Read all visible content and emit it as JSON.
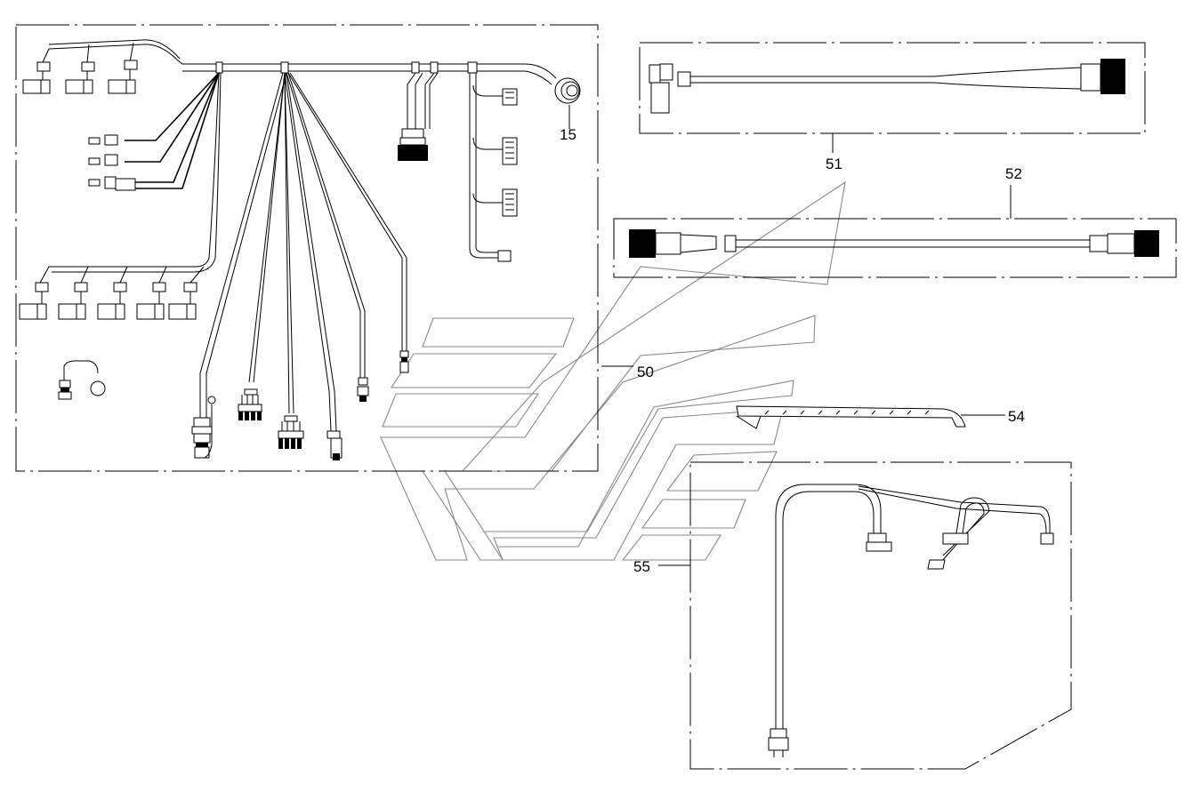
{
  "diagram": {
    "callouts": [
      {
        "id": "15",
        "label": "15"
      },
      {
        "id": "51",
        "label": "51"
      },
      {
        "id": "52",
        "label": "52"
      },
      {
        "id": "50",
        "label": "50"
      },
      {
        "id": "54",
        "label": "54"
      },
      {
        "id": "55",
        "label": "55"
      }
    ],
    "colors": {
      "line": "#000000",
      "pocket_outline": "#8a8a8a",
      "background": "#ffffff"
    }
  }
}
